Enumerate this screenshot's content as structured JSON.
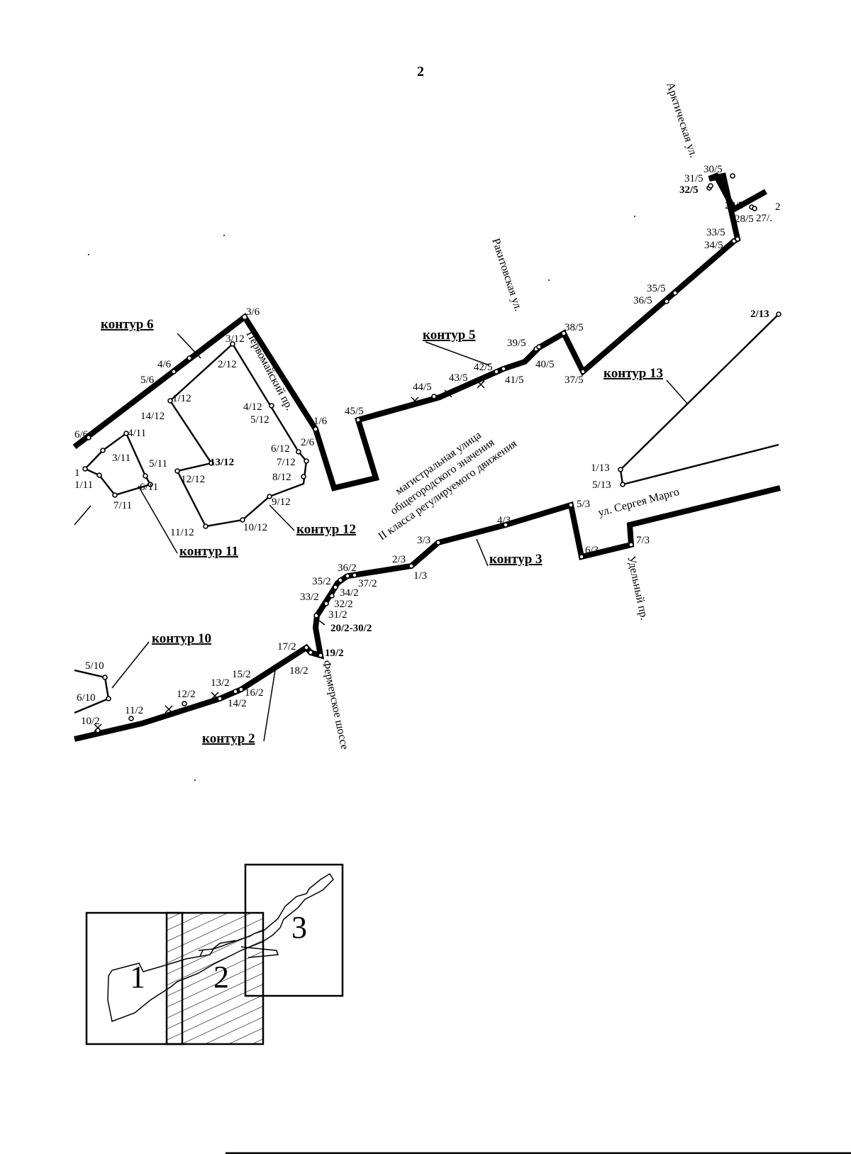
{
  "page_number": "2",
  "contours": {
    "c6": "контур 6",
    "c5": "контур 5",
    "c13": "контур 13",
    "c12": "контур 12",
    "c11": "контур 11",
    "c3": "контур 3",
    "c10": "контур 10",
    "c2": "контур 2"
  },
  "streets": {
    "arctic": "Арктическая ул.",
    "rakitovskaya": "Ракитовская ул.",
    "pervomaysky": "Первомайский пр.",
    "magistral_1": "магистральная улица",
    "magistral_2": "общегородского значения",
    "magistral_3": "II класса регулируемого движения",
    "sergey_margo": "ул. Сергея Марго",
    "udelny": "Удельный пр.",
    "fermerskoe": "Фермерское шоссе"
  },
  "points": {
    "p3_6": "3/6",
    "p4_6": "4/6",
    "p5_6": "5/6",
    "p6_6": "6/6",
    "p1_6": "1/6",
    "p2_6": "2/6",
    "p3_12": "3/12",
    "p2_12": "2/12",
    "p1_12": "1/12",
    "p14_12": "14/12",
    "p4_12": "4/12",
    "p5_12": "5/12",
    "p6_12": "6/12",
    "p7_12": "7/12",
    "p8_12": "8/12",
    "p9_12": "9/12",
    "p10_12": "10/12",
    "p11_12": "11/12",
    "p12_12": "12/12",
    "p13_12": "13/12",
    "p4_11": "4/11",
    "p3_11": "3/11",
    "p5_11": "5/11",
    "p6_11": "6/11",
    "p7_11": "7/11",
    "p1_11": "1/11",
    "p1_11_cut": "1",
    "p45_5": "45/5",
    "p44_5": "44/5",
    "p43_5": "43/5",
    "p42_5": "42/5",
    "p41_5": "41/5",
    "p40_5": "40/5",
    "p39_5": "39/5",
    "p38_5": "38/5",
    "p37_5": "37/5",
    "p36_5": "36/5",
    "p35_5": "35/5",
    "p34_5": "34/5",
    "p33_5": "33/5",
    "p32_5": "32/5",
    "p31_5": "31/5",
    "p30_5": "30/5",
    "p29_5": "29/5",
    "p28_5": "28/5",
    "p27_5": "27/.",
    "p2x_5": "2",
    "p2_13": "2/13",
    "p1_13": "1/13",
    "p5_13": "5/13",
    "p5_3": "5/3",
    "p4_3": "4/3",
    "p3_3": "3/3",
    "p2_3": "2/3",
    "p1_3": "1/3",
    "p6_3": "6/3",
    "p7_3": "7/3",
    "p36_2": "36/2",
    "p37_2": "37/2",
    "p35_2": "35/2",
    "p34_2": "34/2",
    "p33_2": "33/2",
    "p32_2": "32/2",
    "p31_2": "31/2",
    "p20_30_2": "20/2-30/2",
    "p19_2": "19/2",
    "p18_2": "18/2",
    "p17_2": "17/2",
    "p16_2": "16/2",
    "p15_2": "15/2",
    "p14_2": "14/2",
    "p13_2": "13/2",
    "p12_2": "12/2",
    "p11_2": "11/2",
    "p10_2": "10/2",
    "p5_10": "5/10",
    "p6_10": "6/10"
  },
  "overview": {
    "sheet1": "1",
    "sheet2": "2",
    "sheet3": "3"
  }
}
